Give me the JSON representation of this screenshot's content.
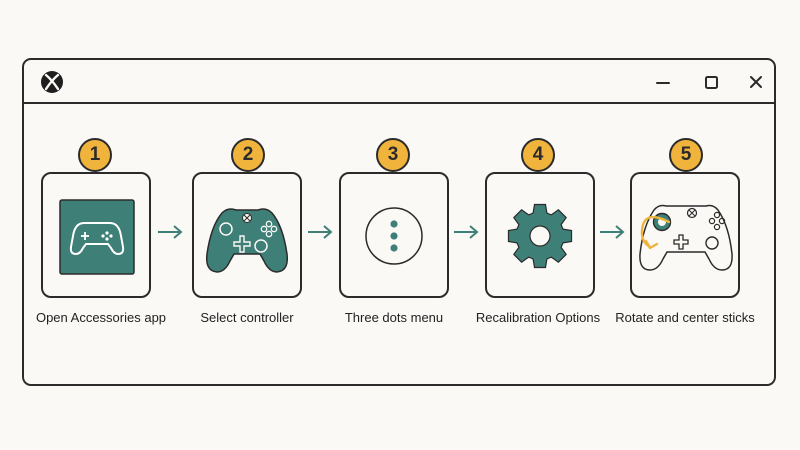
{
  "window": {
    "logo_icon": "xbox-logo-icon",
    "controls": [
      "minimize-icon",
      "maximize-icon",
      "close-icon"
    ]
  },
  "steps": [
    {
      "number": "1",
      "label": "Open Accessories app",
      "icon": "accessories-app-icon"
    },
    {
      "number": "2",
      "label": "Select controller",
      "icon": "controller-icon"
    },
    {
      "number": "3",
      "label": "Three dots menu",
      "icon": "three-dots-icon"
    },
    {
      "number": "4",
      "label": "Recalibration Options",
      "icon": "gear-icon"
    },
    {
      "number": "5",
      "label": "Rotate and center sticks",
      "icon": "stick-rotation-icon"
    }
  ],
  "colors": {
    "accent_teal": "#3e7f78",
    "badge_orange": "#f0b43c",
    "outline": "#2b2b2b",
    "background": "#fbf9f6"
  }
}
